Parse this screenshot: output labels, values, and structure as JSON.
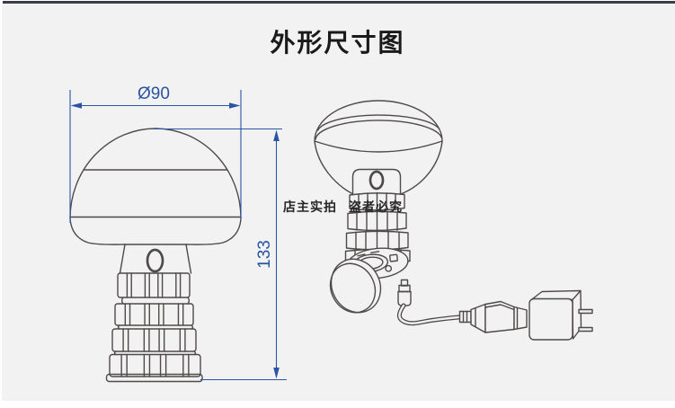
{
  "page": {
    "title": "外形尺寸图"
  },
  "front_view": {
    "dimensions": {
      "diameter": "Ø90",
      "height": "133"
    }
  },
  "watermark": {
    "left": "店主实拍",
    "right": "盗者必究"
  },
  "colors": {
    "background": "#f2f2f3",
    "line": "#4f4a4a",
    "dimension": "#2b54a5",
    "title": "#1a1a1a",
    "watermark": "#262626",
    "topbar": "#3d3d47"
  }
}
